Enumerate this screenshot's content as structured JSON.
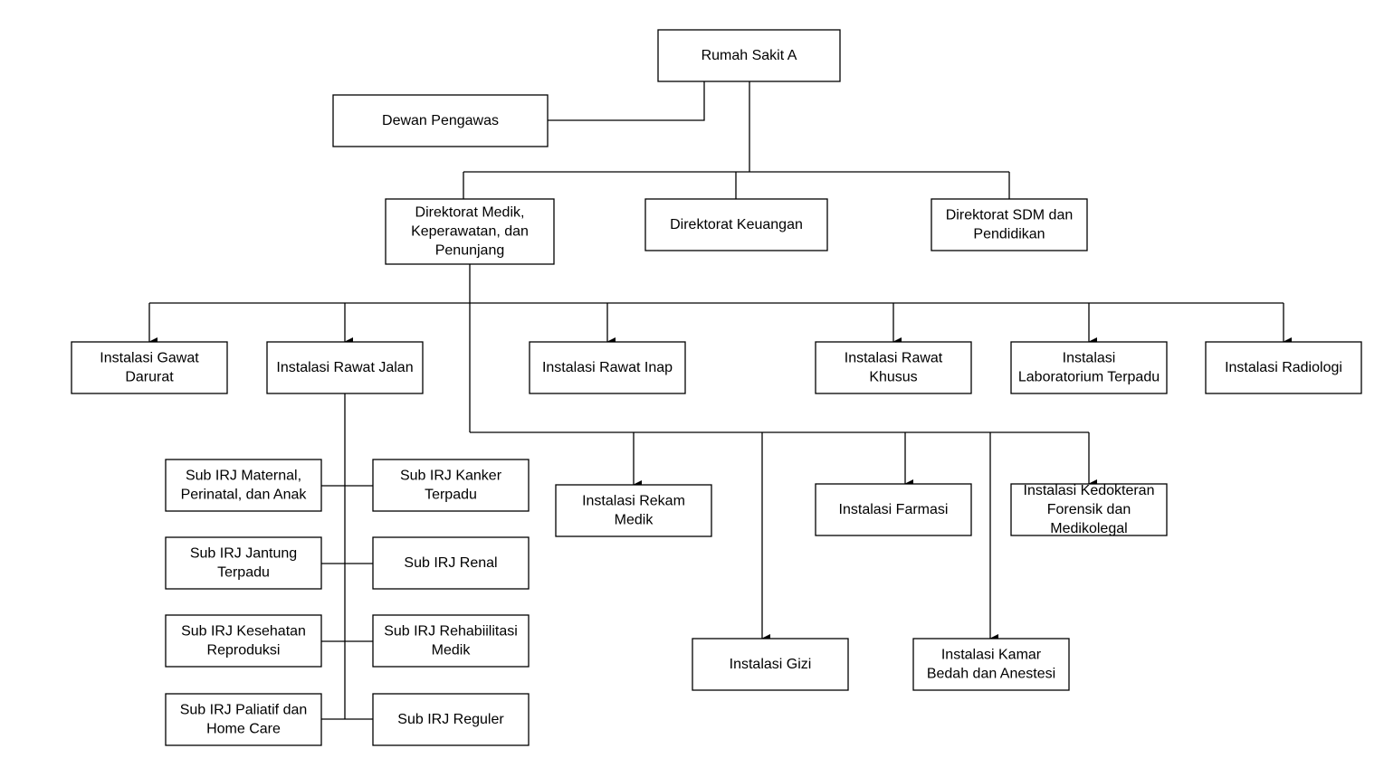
{
  "colors": {
    "stroke": "#000000",
    "box_fill": "#ffffff",
    "text": "#000000",
    "background": "#ffffff"
  },
  "nodes": {
    "rs": {
      "lines": [
        "Rumah Sakit A"
      ]
    },
    "dewan": {
      "lines": [
        "Dewan Pengawas"
      ]
    },
    "dir_medik": {
      "lines": [
        "Direktorat Medik,",
        "Keperawatan, dan",
        "Penunjang"
      ]
    },
    "dir_keu": {
      "lines": [
        "Direktorat Keuangan"
      ]
    },
    "dir_sdm": {
      "lines": [
        "Direktorat SDM dan",
        "Pendidikan"
      ]
    },
    "igd": {
      "lines": [
        "Instalasi Gawat",
        "Darurat"
      ]
    },
    "irj": {
      "lines": [
        "Instalasi Rawat Jalan"
      ]
    },
    "inap": {
      "lines": [
        "Instalasi Rawat Inap"
      ]
    },
    "khusus": {
      "lines": [
        "Instalasi Rawat",
        "Khusus"
      ]
    },
    "lab": {
      "lines": [
        "Instalasi",
        "Laboratorium Terpadu"
      ]
    },
    "radiologi": {
      "lines": [
        "Instalasi Radiologi"
      ]
    },
    "rekam": {
      "lines": [
        "Instalasi Rekam",
        "Medik"
      ]
    },
    "farmasi": {
      "lines": [
        "Instalasi Farmasi"
      ]
    },
    "forensik": {
      "lines": [
        "Instalasi Kedokteran",
        "Forensik dan",
        "Medikolegal"
      ]
    },
    "gizi": {
      "lines": [
        "Instalasi Gizi"
      ]
    },
    "bedah": {
      "lines": [
        "Instalasi Kamar",
        "Bedah dan Anestesi"
      ]
    },
    "maternal": {
      "lines": [
        "Sub IRJ Maternal,",
        "Perinatal, dan Anak"
      ]
    },
    "kanker": {
      "lines": [
        "Sub IRJ Kanker",
        "Terpadu"
      ]
    },
    "jantung": {
      "lines": [
        "Sub IRJ Jantung",
        "Terpadu"
      ]
    },
    "renal": {
      "lines": [
        "Sub IRJ Renal"
      ]
    },
    "reproduksi": {
      "lines": [
        "Sub IRJ Kesehatan",
        "Reproduksi"
      ]
    },
    "rehab": {
      "lines": [
        "Sub IRJ Rehabiilitasi",
        "Medik"
      ]
    },
    "paliatif": {
      "lines": [
        "Sub IRJ Paliatif dan",
        "Home Care"
      ]
    },
    "reguler": {
      "lines": [
        "Sub IRJ Reguler"
      ]
    }
  }
}
